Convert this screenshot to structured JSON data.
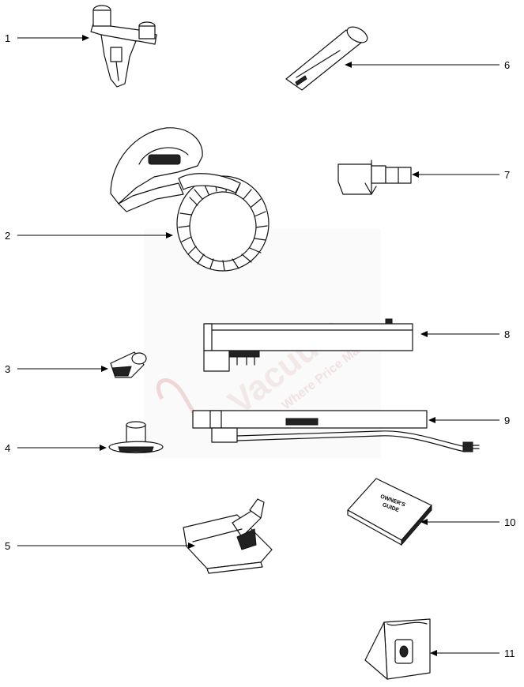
{
  "parts": [
    {
      "number": "1",
      "icon": "caddy-icon"
    },
    {
      "number": "2",
      "icon": "hose-with-handle-icon"
    },
    {
      "number": "3",
      "icon": "dusting-brush-icon"
    },
    {
      "number": "4",
      "icon": "upholstery-tool-icon"
    },
    {
      "number": "5",
      "icon": "floor-nozzle-icon"
    },
    {
      "number": "6",
      "icon": "crevice-tool-icon"
    },
    {
      "number": "7",
      "icon": "adapter-icon"
    },
    {
      "number": "8",
      "icon": "wand-icon"
    },
    {
      "number": "9",
      "icon": "electric-wand-icon"
    },
    {
      "number": "10",
      "icon": "owners-guide-icon"
    },
    {
      "number": "11",
      "icon": "dust-bag-icon"
    }
  ],
  "guide_text": [
    "OWNER'S",
    "GUIDE"
  ],
  "watermark": {
    "brand": "Vacuum",
    "tagline": "Where Price Matters",
    "brand_color": "#e8d6d6",
    "tagline_color": "#e7caca"
  }
}
